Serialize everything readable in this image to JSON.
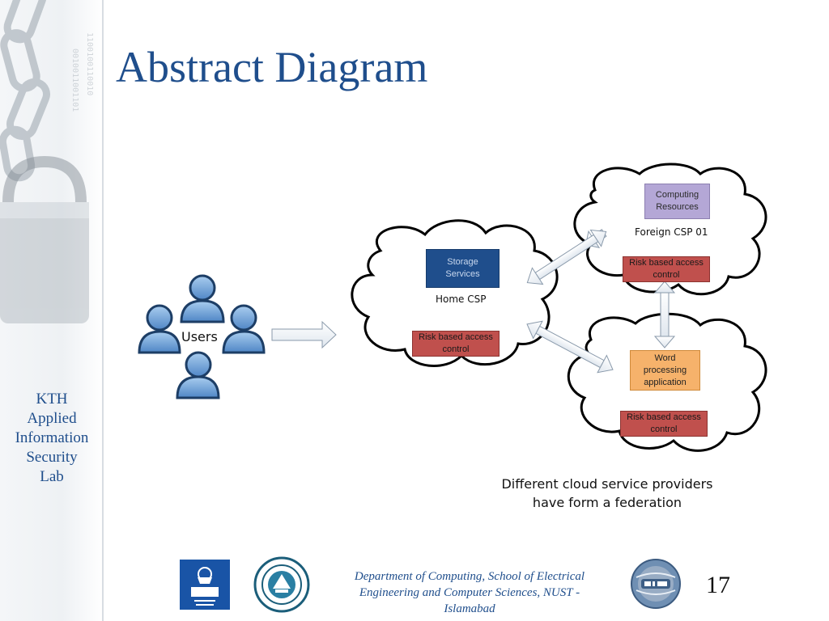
{
  "slide": {
    "title": "Abstract Diagram",
    "page_number": "17"
  },
  "sidebar": {
    "lab_name_lines": [
      "KTH",
      "Applied",
      "Information",
      "Security",
      "Lab"
    ],
    "background_icons": [
      "chain-icon",
      "padlock-icon"
    ]
  },
  "diagram": {
    "users_label": "Users",
    "home_csp": {
      "label": "Home CSP",
      "storage_lines": [
        "Storage",
        "Services"
      ],
      "risk_lines": [
        "Risk based access",
        "control"
      ]
    },
    "foreign_csp_01": {
      "label": "Foreign CSP 01",
      "computing_lines": [
        "Computing",
        "Resources"
      ],
      "risk_lines": [
        "Risk based access",
        "control"
      ]
    },
    "foreign_csp_02": {
      "word_lines": [
        "Word",
        "processing",
        "application"
      ],
      "risk_lines": [
        "Risk based access",
        "control"
      ]
    },
    "caption_lines": [
      "Different cloud service providers",
      "have form a federation"
    ],
    "colors": {
      "storage": "#1f4e8c",
      "computing": "#b4a7d6",
      "word_processing": "#f6b26b",
      "risk": "#c0504d",
      "user_icon": "#6fa3d8"
    }
  },
  "footer": {
    "department_lines": [
      "Department of Computing, School of Electrical",
      "Engineering and Computer Sciences, NUST -",
      "Islamabad"
    ],
    "logos": [
      "kth-logo",
      "nust-seal-logo",
      "ais-logo"
    ]
  }
}
